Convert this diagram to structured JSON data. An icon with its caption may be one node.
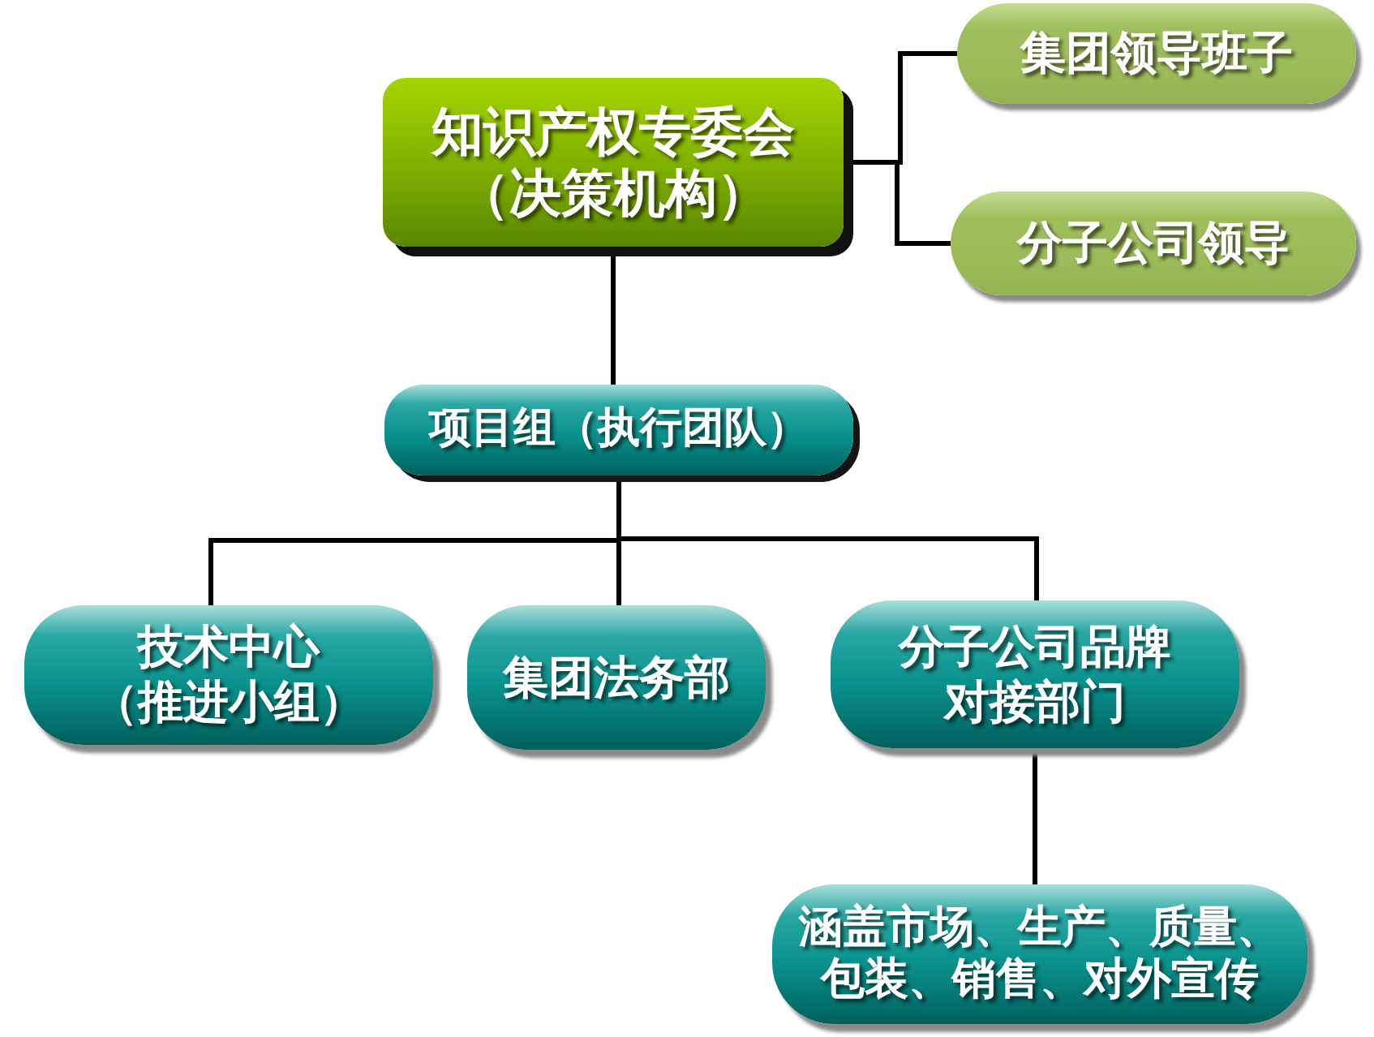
{
  "diagram": {
    "nodes": [
      {
        "text": [
          "知识产权专委会（决策机构）"
        ]
      },
      {
        "text": [
          "集团领导班子"
        ]
      },
      {
        "text": [
          "分子公司领导"
        ]
      },
      {
        "text": [
          "项目组（执行团队）"
        ]
      },
      {
        "text": [
          "技术中心（推进小组）"
        ]
      },
      {
        "text": [
          "集团法务部"
        ]
      },
      {
        "text": [
          "分子公司品牌对接部门"
        ]
      },
      {
        "text": [
          "涵盖市场、生产、质量、包装、销售、对外宣传"
        ]
      }
    ],
    "edges": [
      {
        "from": 0,
        "to": 1,
        "arrow": "none"
      },
      {
        "from": 0,
        "to": 2,
        "arrow": "none"
      },
      {
        "from": 0,
        "to": 3,
        "arrow": "none"
      },
      {
        "from": 3,
        "to": 4,
        "arrow": "none"
      },
      {
        "from": 3,
        "to": 5,
        "arrow": "none"
      },
      {
        "from": 3,
        "to": 6,
        "arrow": "none"
      },
      {
        "from": 6,
        "to": 7,
        "arrow": "none"
      }
    ]
  }
}
